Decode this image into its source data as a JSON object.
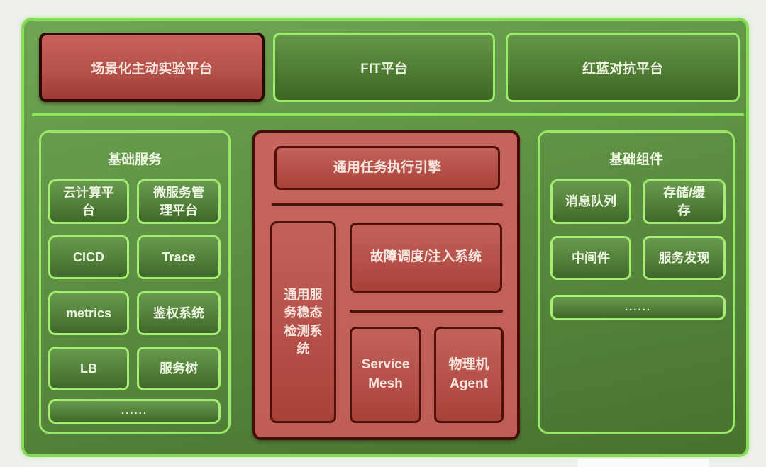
{
  "top_row": {
    "scenario_platform": "场景化主动实验平台",
    "fit_platform": "FIT平台",
    "red_blue_platform": "红蓝对抗平台"
  },
  "left_panel": {
    "title": "基础服务",
    "items": [
      "云计算平台",
      "微服务管理平台",
      "CICD",
      "Trace",
      "metrics",
      "鉴权系统",
      "LB",
      "服务树"
    ],
    "more": "......"
  },
  "center_panel": {
    "task_engine": "通用任务执行引擎",
    "steady_state_detection": "通用服务稳态检测系统",
    "fault_injection": "故障调度/注入系统",
    "service_mesh": "Service Mesh",
    "physical_agent": "物理机 Agent"
  },
  "right_panel": {
    "title": "基础组件",
    "items": [
      "消息队列",
      "存储/缓存",
      "中间件",
      "服务发现"
    ],
    "more": "......"
  },
  "colors": {
    "background": "#eef0ec",
    "container_green_top": "#6fa653",
    "container_green_bottom": "#48712f",
    "outer_border_green": "#86dc55",
    "light_green_border": "#9aed69",
    "green_box_top": "#68994d",
    "green_box_bottom": "#3f682a",
    "divider_green": "#8fe55e",
    "red_panel_fill": "#c4635c",
    "red_panel_border": "#42100a",
    "red_box_top": "#c2615a",
    "red_box_bottom": "#a84238",
    "dark_red_border": "#2a0a02",
    "text_on_green": "#edf6e2",
    "text_on_red": "#f7e4dc"
  }
}
